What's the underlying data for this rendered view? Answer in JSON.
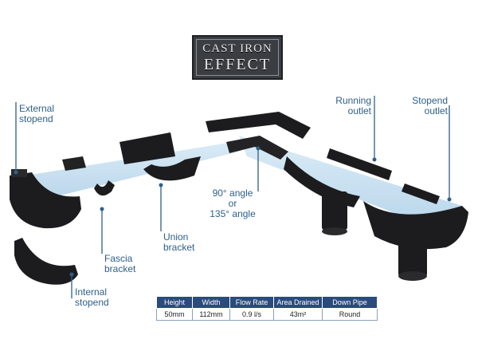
{
  "badge": {
    "line1": "CAST IRON",
    "line2": "EFFECT"
  },
  "labels": {
    "external_stopend": [
      "External",
      "stopend"
    ],
    "fascia_bracket": [
      "Fascia",
      "bracket"
    ],
    "union_bracket": [
      "Union",
      "bracket"
    ],
    "angle": [
      "90° angle",
      "or",
      "135° angle"
    ],
    "running_outlet": [
      "Running",
      "outlet"
    ],
    "stopend_outlet": [
      "Stopend",
      "outlet"
    ],
    "internal_stopend": [
      "Internal",
      "stopend"
    ]
  },
  "specs": {
    "headers": [
      "Height",
      "Width",
      "Flow Rate",
      "Area Drained",
      "Down Pipe"
    ],
    "values": [
      "50mm",
      "112mm",
      "0.9 l/s",
      "43m²",
      "Round"
    ]
  },
  "colors": {
    "label": "#2e5f8a",
    "gutter": "#1c1c1e",
    "water": "#bcd8ec",
    "header": "#2a4b7c"
  }
}
